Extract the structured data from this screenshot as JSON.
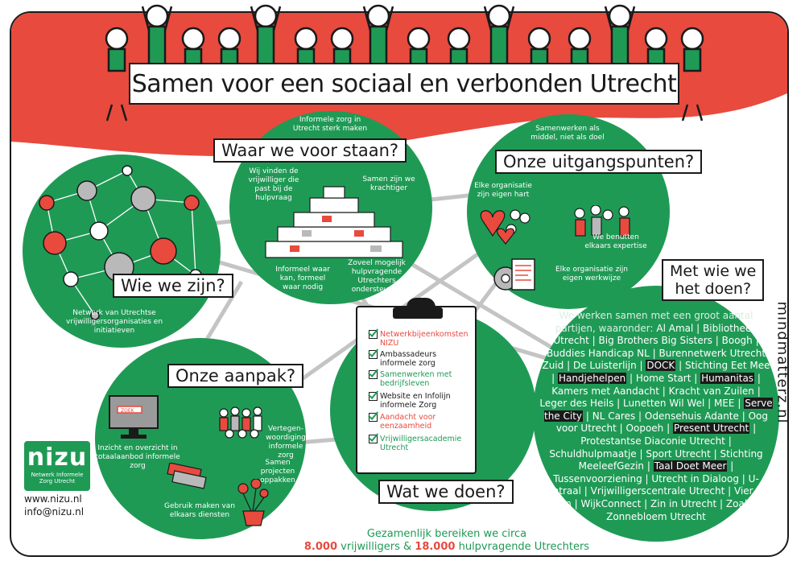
{
  "title": "Samen voor een sociaal en verbonden Utrecht",
  "colors": {
    "green": "#1f9a55",
    "red": "#e84a3e",
    "ink": "#1a1a1a",
    "grey": "#b9b9b9"
  },
  "sections": {
    "wie": {
      "label": "Wie we zijn?",
      "caption": "Netwerk van Utrechtse vrijwilligersorganisaties en initiatieven"
    },
    "waar": {
      "label": "Waar we voor staan?",
      "top": "Informele zorg in Utrecht sterk maken",
      "left": "Wij vinden de vrijwilliger die past bij de hulpvraag",
      "right": "Samen zijn we krachtiger",
      "bottom_left": "Informeel waar kan, formeel waar nodig",
      "bottom_right": "Zoveel mogelijk hulpvragende Utrechters ondersteunen"
    },
    "uitgang": {
      "label": "Onze uitgangspunten?",
      "top": "Samenwerken als middel, niet als doel",
      "left": "Elke organisatie zijn eigen hart",
      "right": "We benutten elkaars expertise",
      "bottom": "Elke organisatie zijn eigen werkwijze"
    },
    "aanpak": {
      "label": "Onze aanpak?",
      "screen_word": "ZOEK",
      "left": "Inzicht en overzicht in totaalaanbod informele zorg",
      "right": "Vertegen-woordiging informele zorg",
      "right2": "Samen projecten oppakken",
      "bottom": "Gebruik maken van elkaars diensten"
    },
    "doen": {
      "label": "Wat we doen?",
      "items": [
        {
          "text": "Netwerkbijeenkomsten NIZU",
          "color": "#e84a3e"
        },
        {
          "text": "Ambassadeurs informele zorg",
          "color": "#1a1a1a"
        },
        {
          "text": "Samenwerken met bedrijfsleven",
          "color": "#1f9a55"
        },
        {
          "text": "Website en Infolijn informele Zorg",
          "color": "#1a1a1a"
        },
        {
          "text": "Aandacht voor eenzaamheid",
          "color": "#e84a3e"
        },
        {
          "text": "Vrijwilligersacademie Utrecht",
          "color": "#1f9a55"
        }
      ]
    },
    "wie_doen": {
      "label_line1": "Met wie we",
      "label_line2": "het doen?",
      "intro": "We werken samen met een groot aantal partijen, waaronder:",
      "partners": [
        "Al Amal",
        "Bibliotheek Utrecht",
        "Big Brothers Big Sisters",
        "Boogh",
        "Buddies Handicap NL",
        "Burennetwerk Utrecht Zuid",
        "De Luisterlijn",
        "DOCK",
        "Stichting Eet Mee",
        "Handjehelpen",
        "Home Start",
        "Humanitas",
        "Kamers met Aandacht",
        "Kracht van Zuilen",
        "Leger des Heils",
        "Lunetten Wil Wel",
        "MEE",
        "Serve the City",
        "NL Cares",
        "Odensehuis Adante",
        "Oog voor Utrecht",
        "Oopoeh",
        "Present Utrecht",
        "Protestantse Diaconie Utrecht",
        "Schuldhulpmaatje",
        "Sport Utrecht",
        "Stichting MeeleefGezin",
        "Taal Doet Meer",
        "Tussenvoorziening",
        "Utrecht in Dialoog",
        "U-Centraal",
        "Vrijwilligerscentrale Utrecht",
        "Vier het Leven",
        "WijkConnect",
        "Zin in Utrecht",
        "Zoals jij",
        "Zonnebloem Utrecht"
      ]
    }
  },
  "logo": {
    "name": "nizu",
    "sub_line1": "Netwerk Informele",
    "sub_line2": "Zorg Utrecht"
  },
  "contact": {
    "web": "www.nizu.nl",
    "email": "info@nizu.nl"
  },
  "bottom": {
    "line1": "Gezamenlijk bereiken we circa",
    "num1": "8.000",
    "mid": "vrijwilligers &",
    "num2": "18.000",
    "end": "hulpvragende Utrechters"
  },
  "signature": "mindmatterz.nl"
}
